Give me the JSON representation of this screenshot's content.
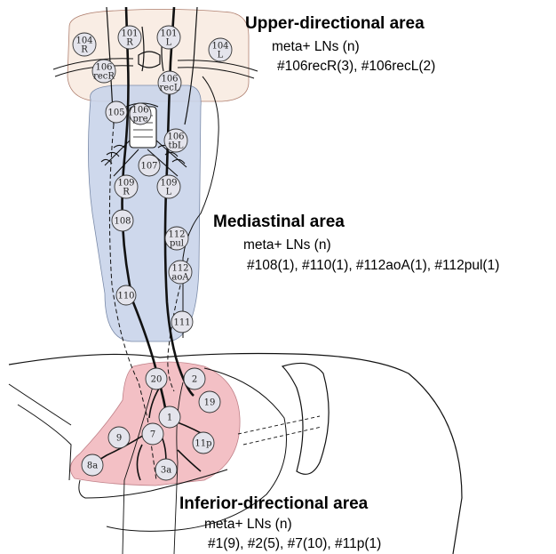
{
  "colors": {
    "upper_fill": "#f8eadf",
    "mediastinal_fill": "#c9d4ea",
    "inferior_fill": "#f2b9bf",
    "node_fill": "#e4e4ec",
    "line": "#111111"
  },
  "regions": {
    "upper": {
      "title": "Upper-directional area",
      "sub": "meta+ LNs (n)",
      "list": "#106recR(3), #106recL(2)"
    },
    "mediastinal": {
      "title": "Mediastinal area",
      "sub": "meta+ LNs (n)",
      "list": "#108(1), #110(1), #112aoA(1), #112pul(1)"
    },
    "inferior": {
      "title": "Inferior-directional area",
      "sub": "meta+ LNs (n)",
      "list": "#1(9), #2(5), #7(10), #11p(1)"
    }
  },
  "lymph_nodes": [
    {
      "id": "104R",
      "lines": [
        "104",
        "R"
      ]
    },
    {
      "id": "101R",
      "lines": [
        "101",
        "R"
      ]
    },
    {
      "id": "101L",
      "lines": [
        "101",
        "L"
      ]
    },
    {
      "id": "104L",
      "lines": [
        "104",
        "L"
      ]
    },
    {
      "id": "106recR",
      "lines": [
        "106",
        "recR"
      ]
    },
    {
      "id": "106recL",
      "lines": [
        "106",
        "recL"
      ]
    },
    {
      "id": "105",
      "lines": [
        "105"
      ]
    },
    {
      "id": "106pre",
      "lines": [
        "106",
        "pre"
      ]
    },
    {
      "id": "106tbL",
      "lines": [
        "106",
        "tbL"
      ]
    },
    {
      "id": "107",
      "lines": [
        "107"
      ]
    },
    {
      "id": "109R",
      "lines": [
        "109",
        "R"
      ]
    },
    {
      "id": "109L",
      "lines": [
        "109",
        "L"
      ]
    },
    {
      "id": "108",
      "lines": [
        "108"
      ]
    },
    {
      "id": "112pul",
      "lines": [
        "112",
        "pul"
      ]
    },
    {
      "id": "112aoA",
      "lines": [
        "112",
        "aoA"
      ]
    },
    {
      "id": "110",
      "lines": [
        "110"
      ]
    },
    {
      "id": "111",
      "lines": [
        "111"
      ]
    },
    {
      "id": "20",
      "lines": [
        "20"
      ]
    },
    {
      "id": "2",
      "lines": [
        "2"
      ]
    },
    {
      "id": "19",
      "lines": [
        "19"
      ]
    },
    {
      "id": "1",
      "lines": [
        "1"
      ]
    },
    {
      "id": "7",
      "lines": [
        "7"
      ]
    },
    {
      "id": "9",
      "lines": [
        "9"
      ]
    },
    {
      "id": "11p",
      "lines": [
        "11p"
      ]
    },
    {
      "id": "8a",
      "lines": [
        "8a"
      ]
    },
    {
      "id": "3a",
      "lines": [
        "3a"
      ]
    }
  ]
}
